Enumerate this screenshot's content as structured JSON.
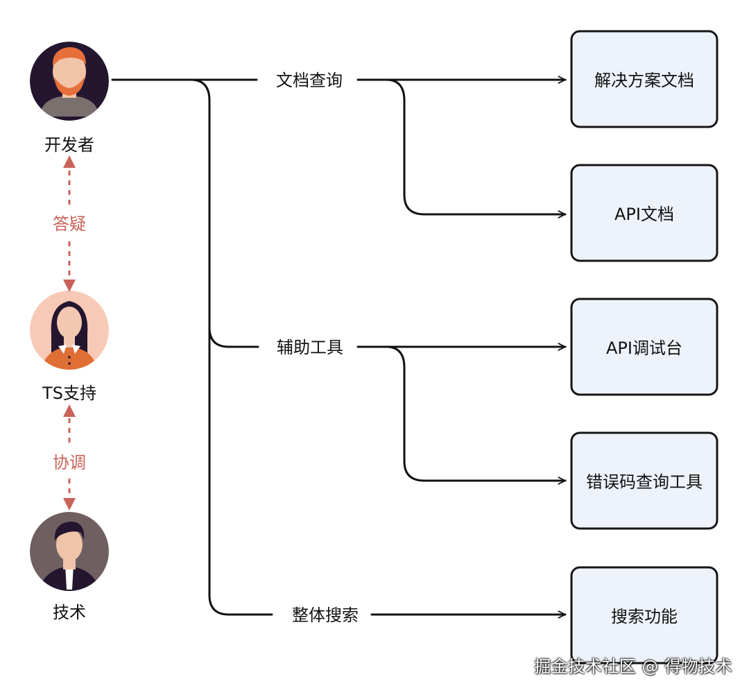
{
  "roles": {
    "developer": "开发者",
    "ts_support": "TS支持",
    "tech": "技术"
  },
  "relations": {
    "answer": "答疑",
    "coordinate": "协调"
  },
  "categories": {
    "doc_query": "文档查询",
    "tools": "辅助工具",
    "search": "整体搜索"
  },
  "targets": {
    "solution_docs": "解决方案文档",
    "api_docs": "API文档",
    "api_console": "API调试台",
    "error_code_tool": "错误码查询工具",
    "search_feature": "搜索功能"
  },
  "watermark": "掘金技术社区 @ 得物技术",
  "colors": {
    "line": "#111111",
    "relation": "#c9625a",
    "box_fill": "#eef2fb",
    "box_stroke": "#151515"
  }
}
